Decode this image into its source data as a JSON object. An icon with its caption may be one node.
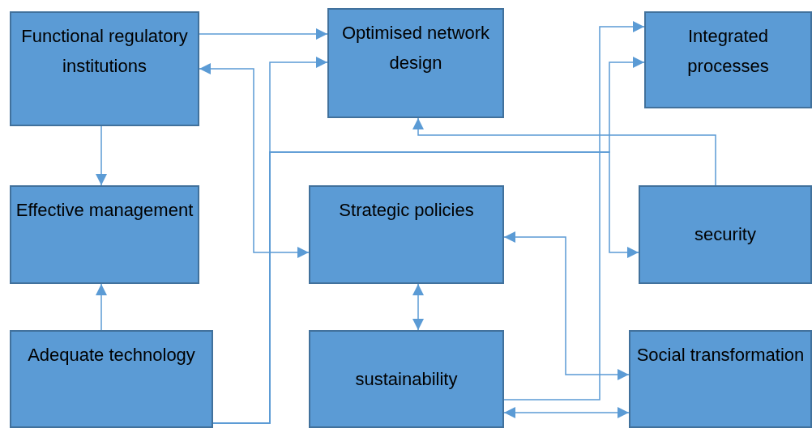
{
  "diagram": {
    "nodes": [
      {
        "text": [
          "Functional regulatory institutions"
        ]
      },
      {
        "text": [
          "Optimised network design"
        ]
      },
      {
        "text": [
          "Integrated processes"
        ]
      },
      {
        "text": [
          "Effective management"
        ]
      },
      {
        "text": [
          "Strategic policies"
        ]
      },
      {
        "text": [
          "security"
        ]
      },
      {
        "text": [
          "Adequate technology"
        ]
      },
      {
        "text": [
          "sustainability"
        ]
      },
      {
        "text": [
          "Social transformation"
        ]
      }
    ],
    "edges": [
      {
        "from": 0,
        "to": 1,
        "arrow": "to"
      },
      {
        "from": 4,
        "to": 0,
        "arrow": "both"
      },
      {
        "from": 6,
        "to": 1,
        "arrow": "to"
      },
      {
        "from": 6,
        "to": 2,
        "arrow": "to"
      },
      {
        "from": 6,
        "to": 5,
        "arrow": "to"
      },
      {
        "from": 0,
        "to": 3,
        "arrow": "to"
      },
      {
        "from": 6,
        "to": 3,
        "arrow": "to"
      },
      {
        "from": 5,
        "to": 1,
        "arrow": "to"
      },
      {
        "from": 4,
        "to": 8,
        "arrow": "both"
      },
      {
        "from": 7,
        "to": 2,
        "arrow": "to"
      },
      {
        "from": 7,
        "to": 8,
        "arrow": "both"
      },
      {
        "from": 4,
        "to": 7,
        "arrow": "both"
      }
    ]
  }
}
